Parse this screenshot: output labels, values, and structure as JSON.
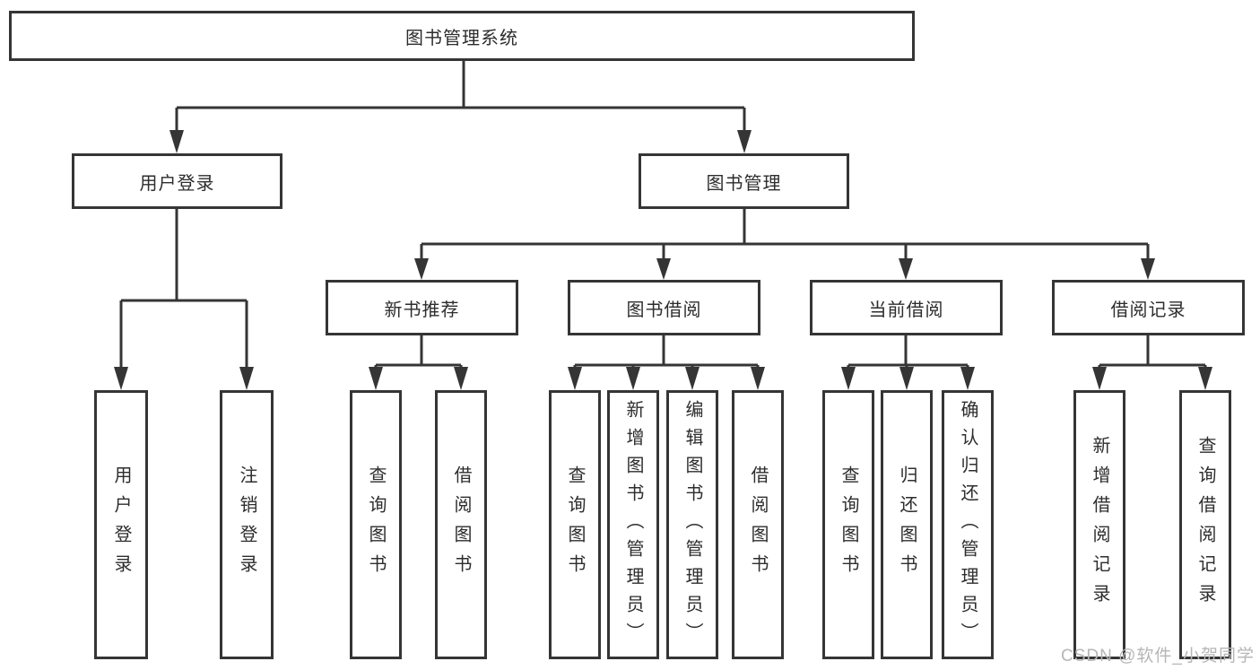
{
  "tree": {
    "root": "图书管理系统",
    "branches": [
      {
        "label": "用户登录",
        "children": [
          "用户登录",
          "注销登录"
        ]
      },
      {
        "label": "图书管理",
        "sections": [
          {
            "label": "新书推荐",
            "children": [
              "查询图书",
              "借阅图书"
            ]
          },
          {
            "label": "图书借阅",
            "children": [
              "查询图书",
              "新增图书（管理员）",
              "编辑图书（管理员）",
              "借阅图书"
            ]
          },
          {
            "label": "当前借阅",
            "children": [
              "查询图书",
              "归还图书",
              "确认归还（管理员）"
            ]
          },
          {
            "label": "借阅记录",
            "children": [
              "新增借阅记录",
              "查询借阅记录"
            ]
          }
        ]
      }
    ]
  },
  "watermark": "CSDN @软件_小贺同学",
  "colors": {
    "line": "#353535",
    "text": "#2d2d2d",
    "watermark": "#b6b6b6",
    "background": "#ffffff"
  }
}
